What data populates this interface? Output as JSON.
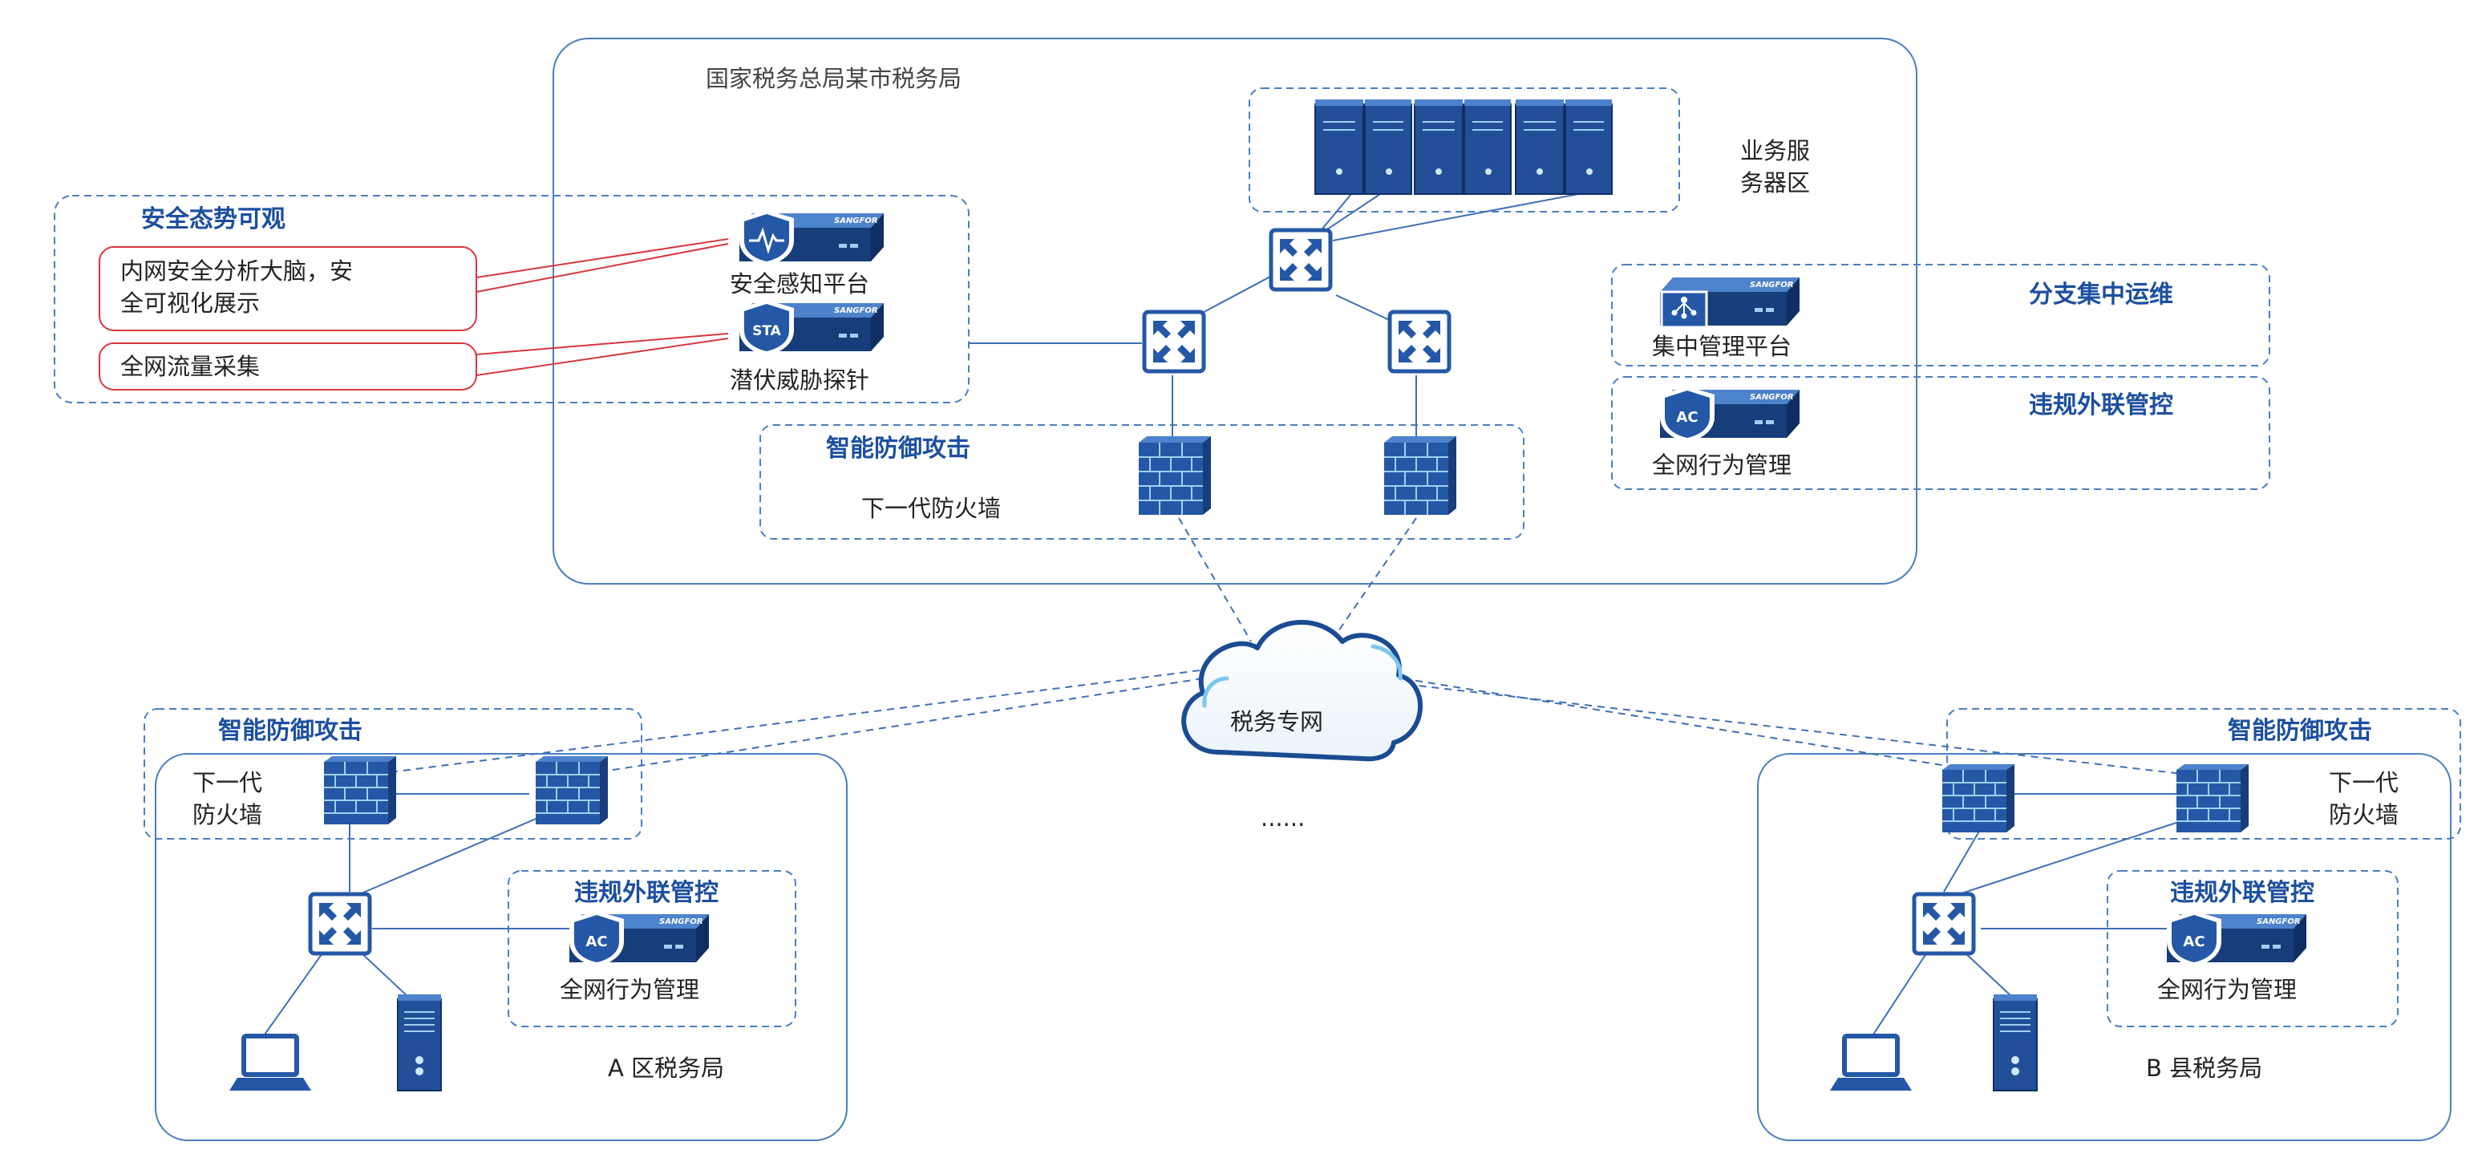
{
  "hq": {
    "title": "国家税务总局某市税务局",
    "business_zone": "业务服务器区",
    "security_group": {
      "title": "安全态势可观",
      "callout_1": "内网安全分析大脑，安全可视化展示",
      "callout_2": "全网流量采集",
      "sip_label": "安全感知平台",
      "sta_label": "潜伏威胁探针"
    },
    "defense_title": "智能防御攻击",
    "firewall_label": "下一代防火墙",
    "branch_ops_title": "分支集中运维",
    "mgmt_label": "集中管理平台",
    "violation_title": "违规外联管控",
    "ac_label": "全网行为管理"
  },
  "cloud_label": "税务专网",
  "ellipsis": "......",
  "branch_a": {
    "defense_title": "智能防御攻击",
    "firewall_label": "下一代防火墙",
    "violation_title": "违规外联管控",
    "ac_label": "全网行为管理",
    "name": "A 区税务局"
  },
  "branch_b": {
    "defense_title": "智能防御攻击",
    "firewall_label": "下一代防火墙",
    "violation_title": "违规外联管控",
    "ac_label": "全网行为管理",
    "name": "B 县税务局"
  },
  "device_brand": "SANGFOR",
  "device_badges": {
    "sta": "STA",
    "ac": "AC"
  },
  "colors": {
    "frame": "#4a7fc1",
    "device_dark": "#173d7a",
    "device_mid": "#2458a6",
    "device_light": "#7cc6f0",
    "title_blue": "#1c4fa0",
    "callout_red": "#d9363e"
  }
}
